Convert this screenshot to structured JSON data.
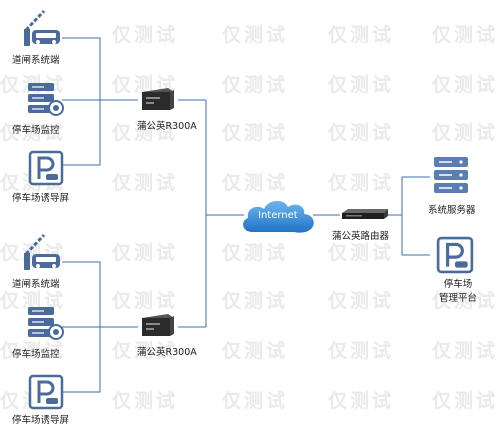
{
  "watermark": "仅测试",
  "left_groups": [
    {
      "items": [
        "道闸系统端",
        "停车场监控",
        "停车场诱导屏"
      ],
      "router": "蒲公英R300A"
    },
    {
      "items": [
        "道闸系统端",
        "停车场监控",
        "停车场诱导屏"
      ],
      "router": "蒲公英R300A"
    }
  ],
  "cloud_label": "Internet",
  "center_router_label": "蒲公英路由器",
  "right_items": [
    {
      "lines": [
        "系统服务器"
      ]
    },
    {
      "lines": [
        "停车场",
        "管理平台"
      ]
    }
  ],
  "colors": {
    "line": "#3a6fb6",
    "icon": "#4a6b9c",
    "cloud": "#2f86d6"
  },
  "icons": [
    "barrier-gate-icon",
    "camera-server-icon",
    "parking-p-icon",
    "router-box-icon",
    "cloud-icon",
    "rack-router-icon",
    "server-icon"
  ]
}
